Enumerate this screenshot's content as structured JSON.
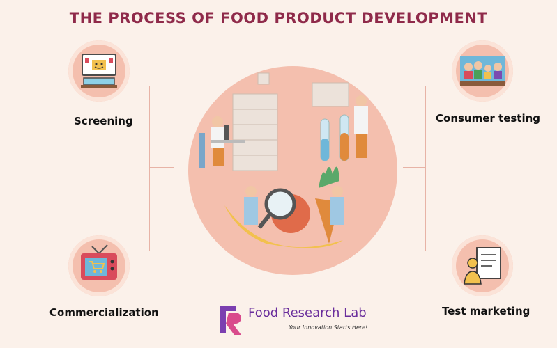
{
  "title": "THE PROCESS OF FOOD PRODUCT DEVELOPMENT",
  "steps": {
    "screening": "Screening",
    "consumer_testing": "Consumer testing",
    "commercialization": "Commercialization",
    "test_marketing": "Test marketing"
  },
  "logo": {
    "brand": "Food Research Lab",
    "tagline": "Your Innovation Starts Here!"
  },
  "icons": {
    "screening": "monitor-laptop-icon",
    "consumer_testing": "family-dining-icon",
    "commercialization": "tv-shopping-cart-icon",
    "test_marketing": "person-document-icon"
  },
  "colors": {
    "title": "#8f2a4a",
    "circle": "#f4bfae",
    "background": "#fbf1ea",
    "brand": "#6a2e9c"
  }
}
